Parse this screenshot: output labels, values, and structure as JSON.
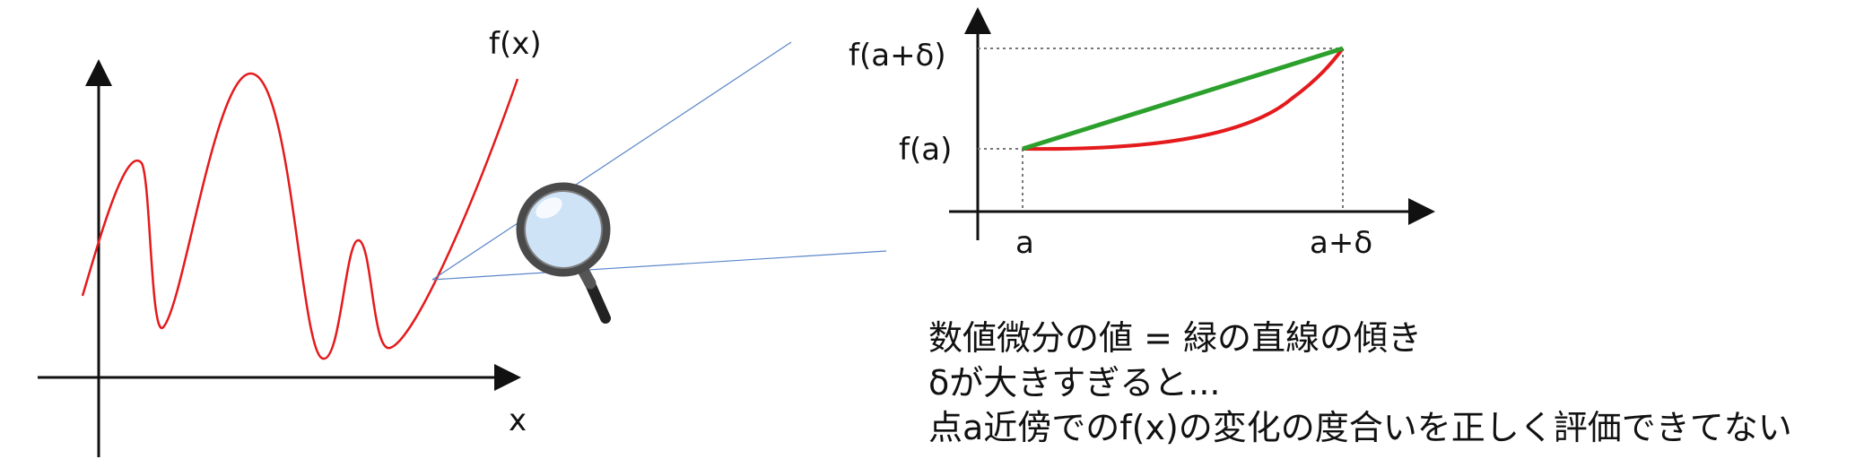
{
  "left_plot": {
    "function_label": "f(x)",
    "x_axis_label": "x",
    "curve_color": "#e41a1c",
    "axis_color": "#111111"
  },
  "magnifier": {
    "icon": "magnifying-glass-icon",
    "lens_color": "#cfe3f7",
    "rim_color": "#3d3d3d",
    "zoom_line_color": "#5b86c9"
  },
  "zoom_plot": {
    "fa_plus_delta_label": "f(a+δ)",
    "fa_label": "f(a)",
    "a_label": "a",
    "a_plus_delta_label": "a+δ",
    "secant_color": "#2ca02c",
    "curve_color": "#e41a1c",
    "guide_color": "#777777"
  },
  "notes": {
    "line1": "数値微分の値 = 緑の直線の傾き",
    "line2": "δが大きすぎると...",
    "line3": "点a近傍でのf(x)の変化の度合いを正しく評価できてない"
  }
}
